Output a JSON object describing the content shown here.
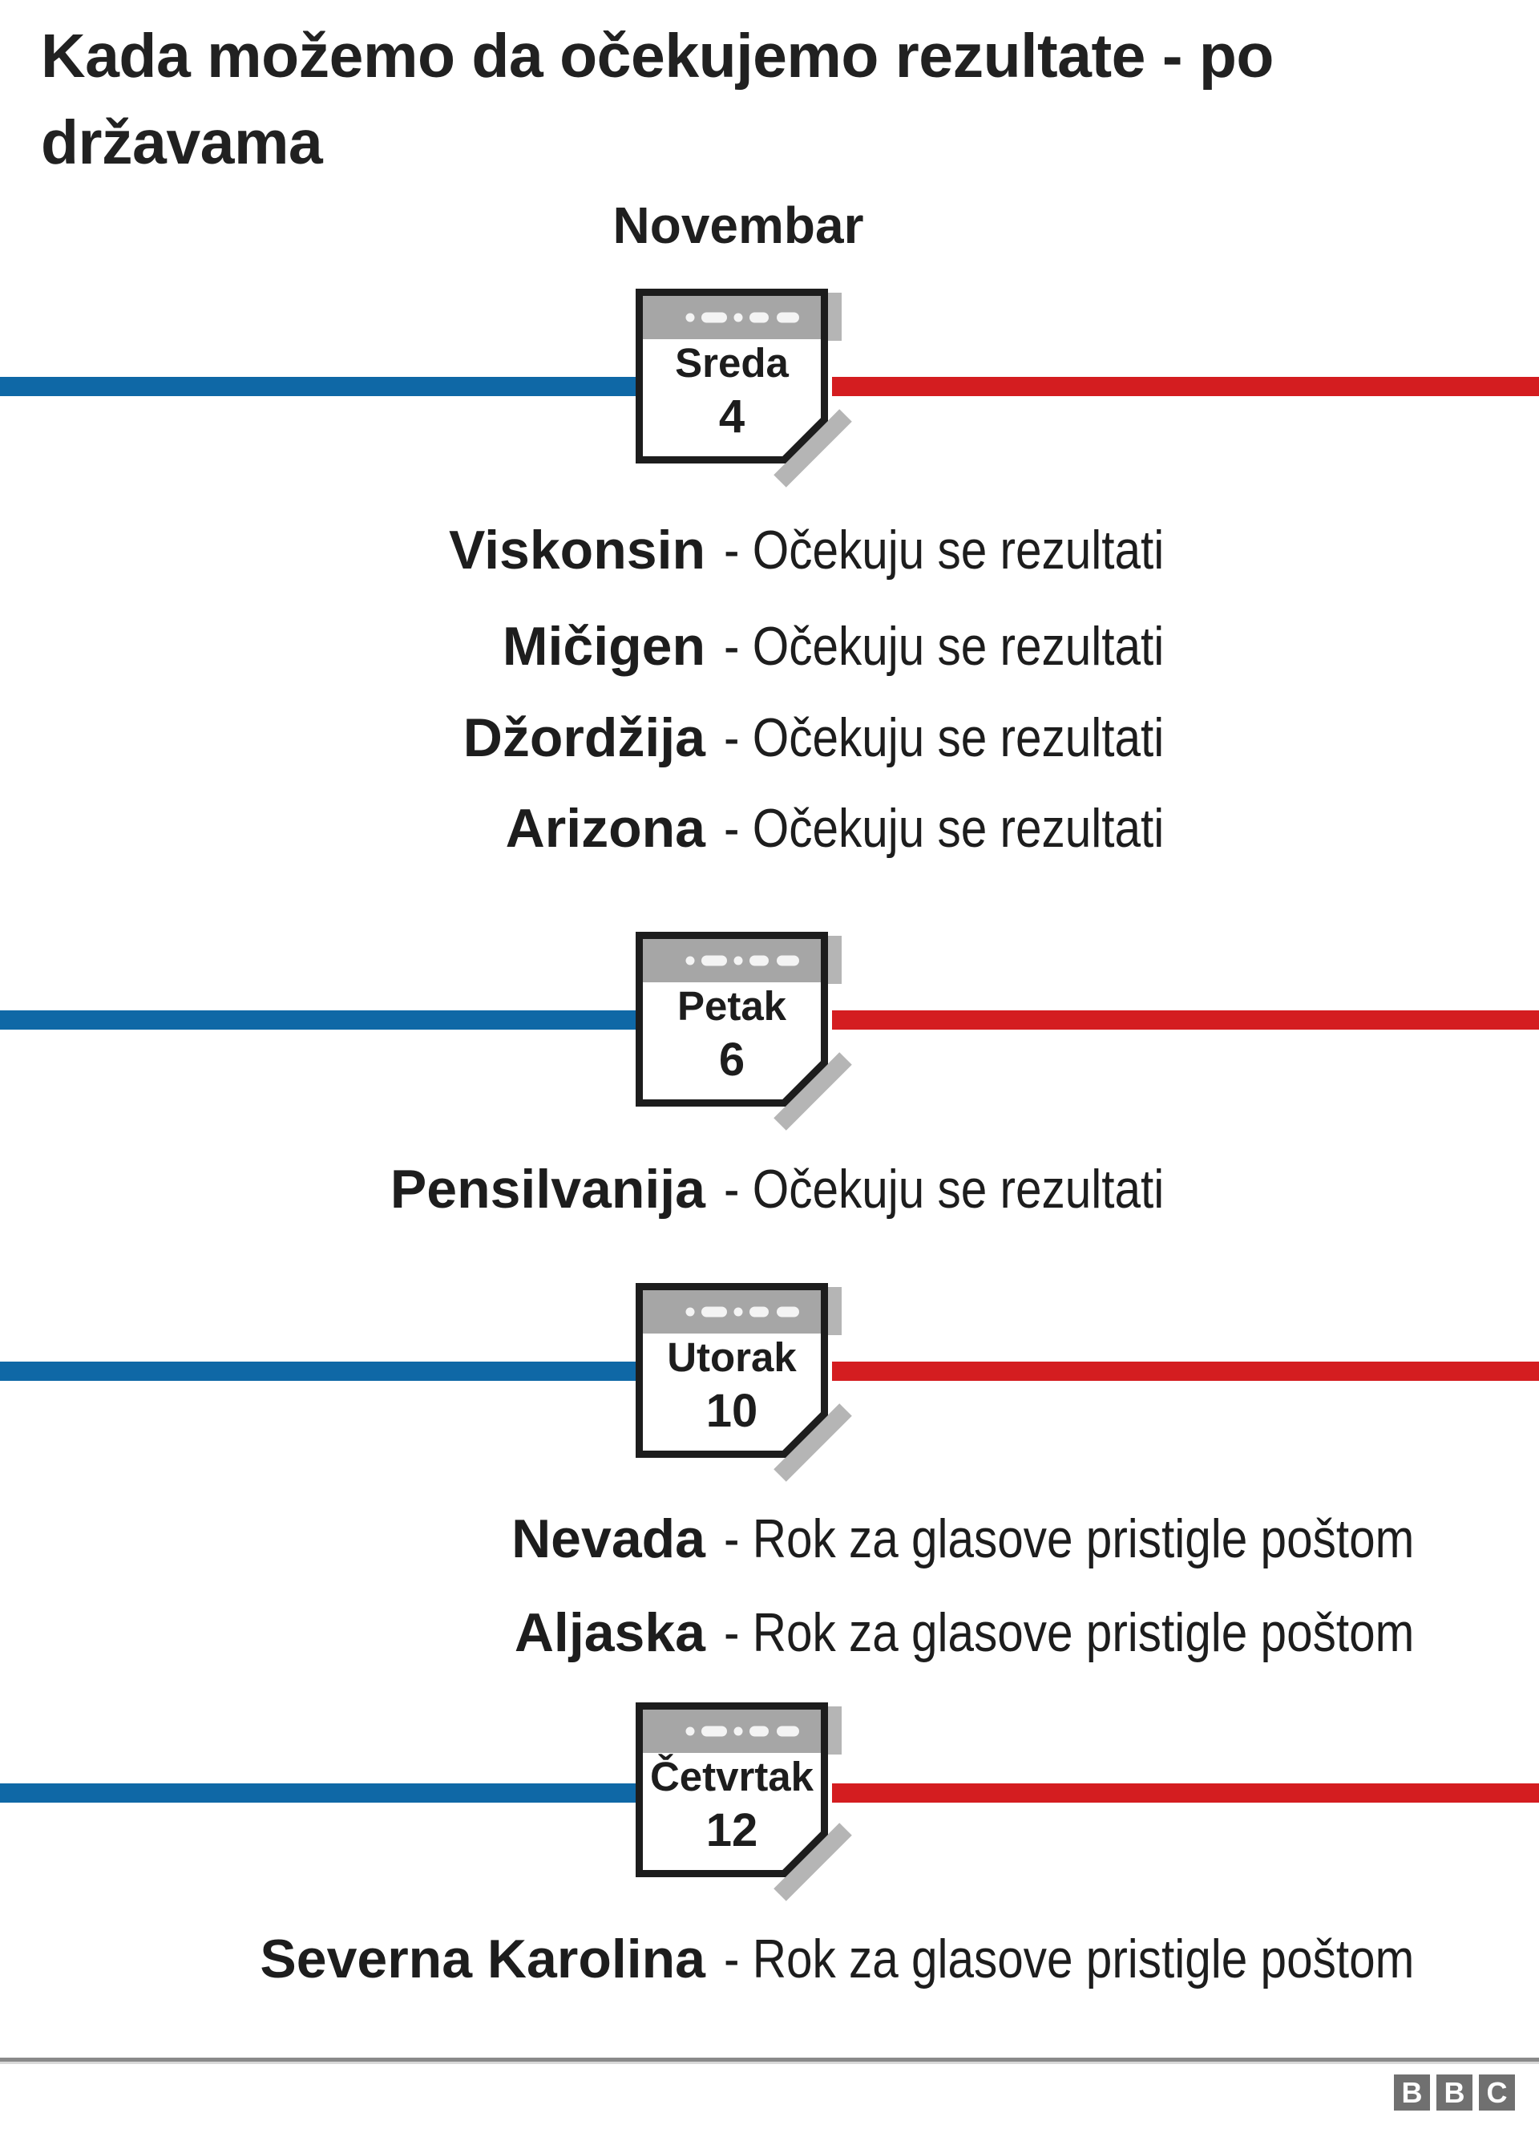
{
  "title": {
    "line1": "Kada možemo da očekujemo rezultate - po",
    "line2": "državama"
  },
  "month_label": "Novembar",
  "timeline": [
    {
      "day_name": "Sreda",
      "day_number": "4",
      "entries": [
        {
          "state": "Viskonsin",
          "status": "- Očekuju se rezultati"
        },
        {
          "state": "Mičigen",
          "status": "- Očekuju se rezultati"
        },
        {
          "state": "Džordžija",
          "status": "- Očekuju se rezultati"
        },
        {
          "state": "Arizona",
          "status": "- Očekuju se rezultati"
        }
      ]
    },
    {
      "day_name": "Petak",
      "day_number": "6",
      "entries": [
        {
          "state": "Pensilvanija",
          "status": "- Očekuju se rezultati"
        }
      ]
    },
    {
      "day_name": "Utorak",
      "day_number": "10",
      "entries": [
        {
          "state": "Nevada",
          "status": "- Rok za glasove pristigle poštom"
        },
        {
          "state": "Aljaska",
          "status": "- Rok za glasove pristigle poštom"
        }
      ]
    },
    {
      "day_name": "Četvrtak",
      "day_number": "12",
      "entries": [
        {
          "state": "Severna Karolina",
          "status": "- Rok za glasove pristigle poštom"
        }
      ]
    }
  ],
  "colors": {
    "timeline_blue": "#0f68a6",
    "timeline_red": "#d41d20",
    "text_dark": "#1d1d1d",
    "calendar_header_gray": "#a6a6a6",
    "calendar_shadow_gray": "#b5b5b5",
    "logo_gray": "#707070"
  },
  "footer": {
    "logo_letters": [
      "B",
      "B",
      "C"
    ]
  },
  "chart_data": {
    "type": "table",
    "title": "Kada možemo da očekujemo rezultate - po državama",
    "month": "Novembar",
    "rows": [
      {
        "date": "Sreda 4",
        "states": [
          "Viskonsin",
          "Mičigen",
          "Džordžija",
          "Arizona"
        ],
        "event": "Očekuju se rezultati"
      },
      {
        "date": "Petak 6",
        "states": [
          "Pensilvanija"
        ],
        "event": "Očekuju se rezultati"
      },
      {
        "date": "Utorak 10",
        "states": [
          "Nevada",
          "Aljaska"
        ],
        "event": "Rok za glasove pristigle poštom"
      },
      {
        "date": "Četvrtak 12",
        "states": [
          "Severna Karolina"
        ],
        "event": "Rok za glasove pristigle poštom"
      }
    ]
  }
}
